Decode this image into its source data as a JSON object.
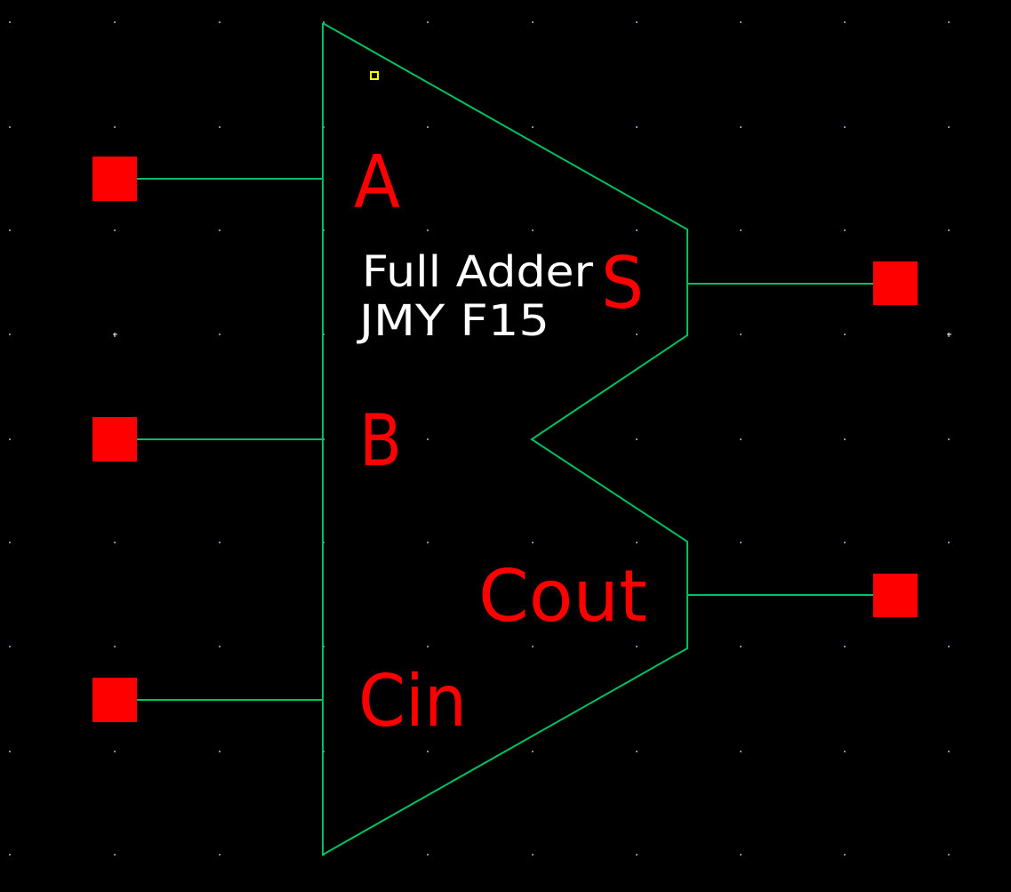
{
  "colors": {
    "background": "#000000",
    "wire": "#00c060",
    "pin": "#ff0000",
    "pin_label": "#ff0000",
    "text": "#ffffff",
    "grid": "#8888aa",
    "origin_marker": "#ffff00"
  },
  "symbol": {
    "title_line1": "Full Adder",
    "title_line2": "JMY F15",
    "pins": {
      "a": "A",
      "b": "B",
      "cin": "Cin",
      "s": "S",
      "cout": "Cout"
    }
  }
}
